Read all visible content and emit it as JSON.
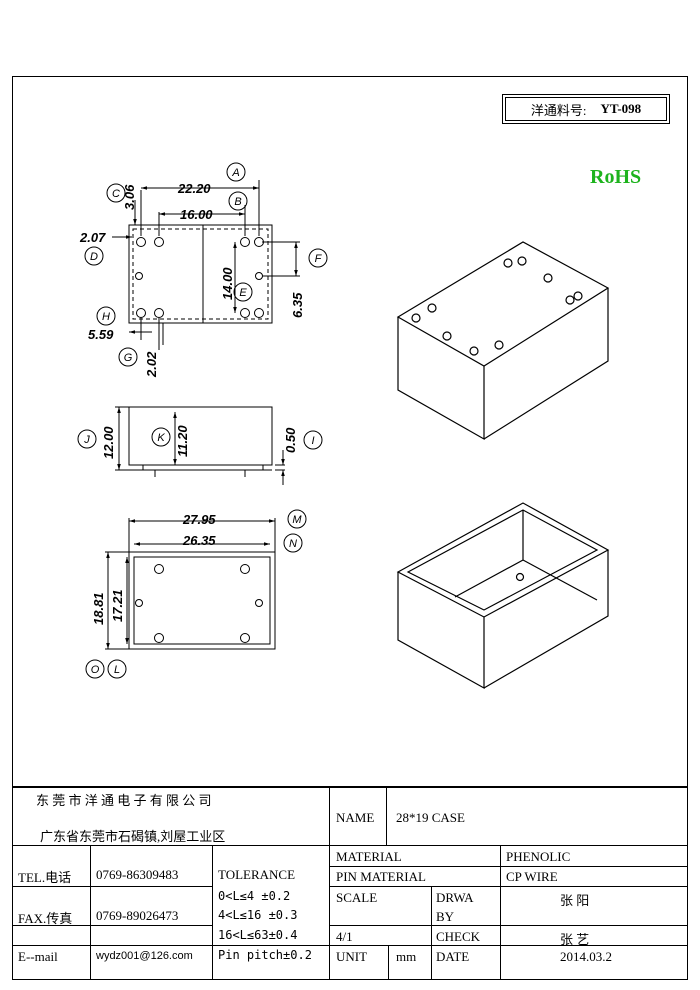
{
  "header": {
    "part_label": "洋通料号:",
    "part_number": "YT-098",
    "rohs": "RoHS"
  },
  "dimensions": {
    "top_view": {
      "A": "22.20",
      "B": "16.00",
      "C": "3.06",
      "D": "2.07",
      "E": "14.00",
      "F": "6.35",
      "G": "2.02",
      "H": "5.59"
    },
    "side_view": {
      "J": "12.00",
      "K": "11.20",
      "I": "0.50"
    },
    "bottom_view": {
      "M": "27.95",
      "N": "26.35",
      "O": "18.81",
      "L": "17.21"
    }
  },
  "callouts": [
    "A",
    "B",
    "C",
    "D",
    "E",
    "F",
    "G",
    "H",
    "I",
    "J",
    "K",
    "L",
    "M",
    "N",
    "O"
  ],
  "title_block": {
    "company": "东 莞 市 洋 通 电 子 有 限 公 司",
    "address": "广东省东莞市石碣镇,刘屋工业区",
    "name_label": "NAME",
    "name_value": "28*19 CASE",
    "tel_label": "TEL.电话",
    "tel_value": "0769-86309483",
    "fax_label": "FAX.传真",
    "fax_value": "0769-89026473",
    "email_label": "E--mail",
    "email_value": "wydz001@126.com",
    "tolerance_label": "TOLERANCE",
    "tol_1": "0<L≤4  ±0.2",
    "tol_2": "4<L≤16 ±0.3",
    "tol_3": "16<L≤63±0.4",
    "tol_4": "Pin pitch±0.2",
    "material_label": "MATERIAL",
    "material_value": "PHENOLIC",
    "pin_material_label": "PIN MATERIAL",
    "pin_material_value": "CP WIRE",
    "scale_label": "SCALE",
    "scale_value": "4/1",
    "drwa_label": "DRWA",
    "by_label": "BY",
    "drawn_by": "张 阳",
    "check_label": "CHECK",
    "checked_by": "张 艺",
    "unit_label": "UNIT",
    "unit_value": "mm",
    "date_label": "DATE",
    "date_value": "2014.03.2"
  }
}
